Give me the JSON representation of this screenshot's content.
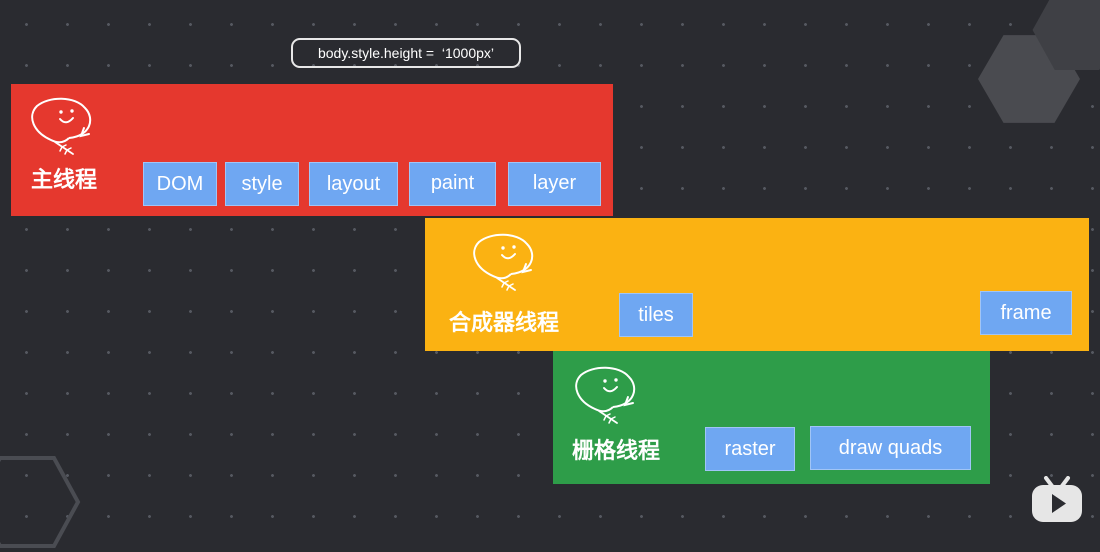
{
  "code_label": "body.style.height =  ‘1000px’",
  "threads": {
    "main": {
      "title": "主线程",
      "steps": [
        "DOM",
        "style",
        "layout",
        "paint",
        "layer"
      ]
    },
    "compositor": {
      "title": "合成器线程",
      "steps": [
        "tiles",
        "frame"
      ]
    },
    "raster": {
      "title": "栅格线程",
      "steps": [
        "raster",
        "draw quads"
      ]
    }
  },
  "colors": {
    "background": "#2a2b30",
    "main_thread": "#e5382e",
    "compositor_thread": "#fbb212",
    "raster_thread": "#2e9d49",
    "step_box": "#6fa7f2"
  },
  "icons": {
    "mascot": "smiling-speech-bubble-icon",
    "watermark": "tv-play-icon"
  }
}
